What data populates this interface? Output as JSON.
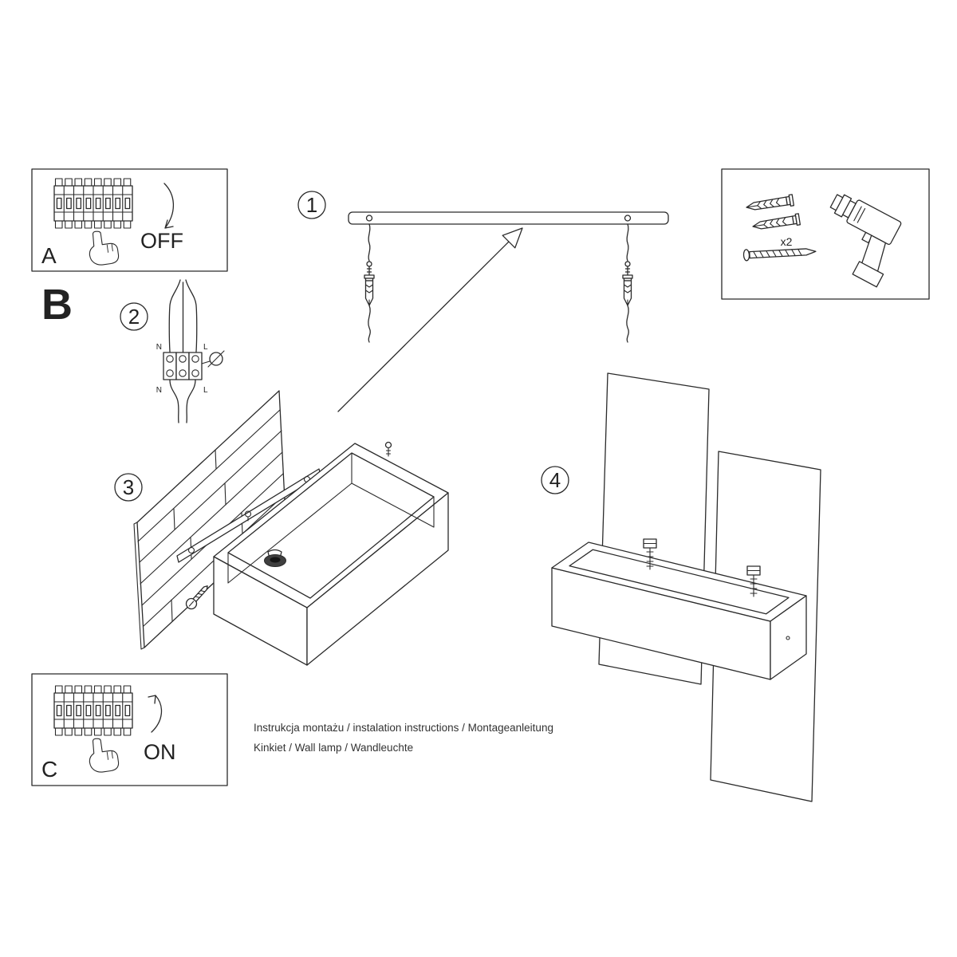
{
  "meta": {
    "background": "#ffffff",
    "ink": "#2a2a2a"
  },
  "panel_a": {
    "label": "A",
    "state_label": "OFF"
  },
  "panel_c": {
    "label": "C",
    "state_label": "ON"
  },
  "section_b_label": "B",
  "steps": {
    "one": "1",
    "two": "2",
    "three": "3",
    "four": "4"
  },
  "wiring_labels": {
    "top_left": "N",
    "top_right": "L",
    "bottom_left": "N",
    "bottom_right": "L"
  },
  "hardware_box": {
    "anchor_count_label": "x2"
  },
  "footer": {
    "line1": "Instrukcja montażu / instalation instructions / Montageanleitung",
    "line2": "Kinkiet / Wall lamp / Wandleuchte"
  }
}
